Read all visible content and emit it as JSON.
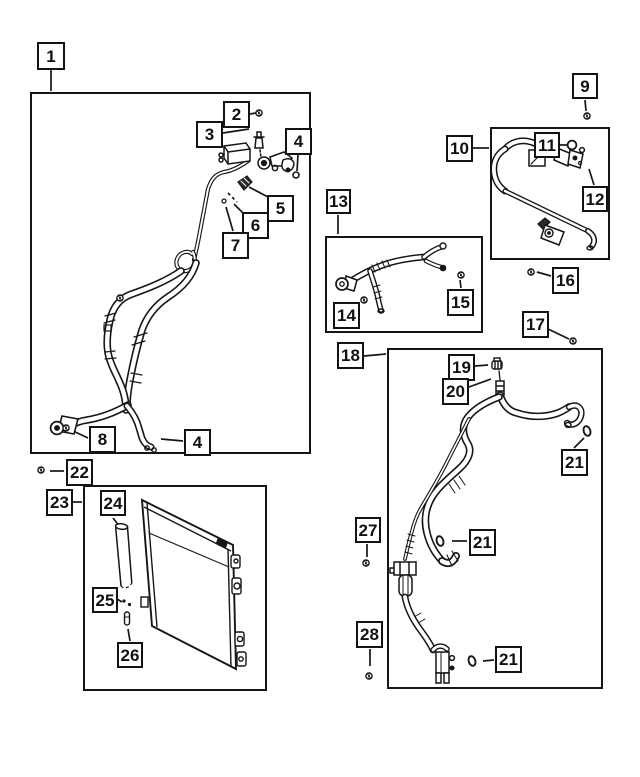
{
  "diagram": {
    "background_color": "#ffffff",
    "line_color": "#161616",
    "description": "Monochrome exploded parts line-art diagram with numbered callout boxes",
    "callouts": [
      {
        "label": "1"
      },
      {
        "label": "2"
      },
      {
        "label": "3"
      },
      {
        "label": "4"
      },
      {
        "label": "5"
      },
      {
        "label": "6"
      },
      {
        "label": "7"
      },
      {
        "label": "8"
      },
      {
        "label": "4"
      },
      {
        "label": "9"
      },
      {
        "label": "10"
      },
      {
        "label": "11"
      },
      {
        "label": "12"
      },
      {
        "label": "13"
      },
      {
        "label": "14"
      },
      {
        "label": "15"
      },
      {
        "label": "16"
      },
      {
        "label": "17"
      },
      {
        "label": "18"
      },
      {
        "label": "19"
      },
      {
        "label": "20"
      },
      {
        "label": "21"
      },
      {
        "label": "21"
      },
      {
        "label": "22"
      },
      {
        "label": "23"
      },
      {
        "label": "24"
      },
      {
        "label": "25"
      },
      {
        "label": "26"
      },
      {
        "label": "27"
      },
      {
        "label": "28"
      },
      {
        "label": "21"
      }
    ]
  }
}
